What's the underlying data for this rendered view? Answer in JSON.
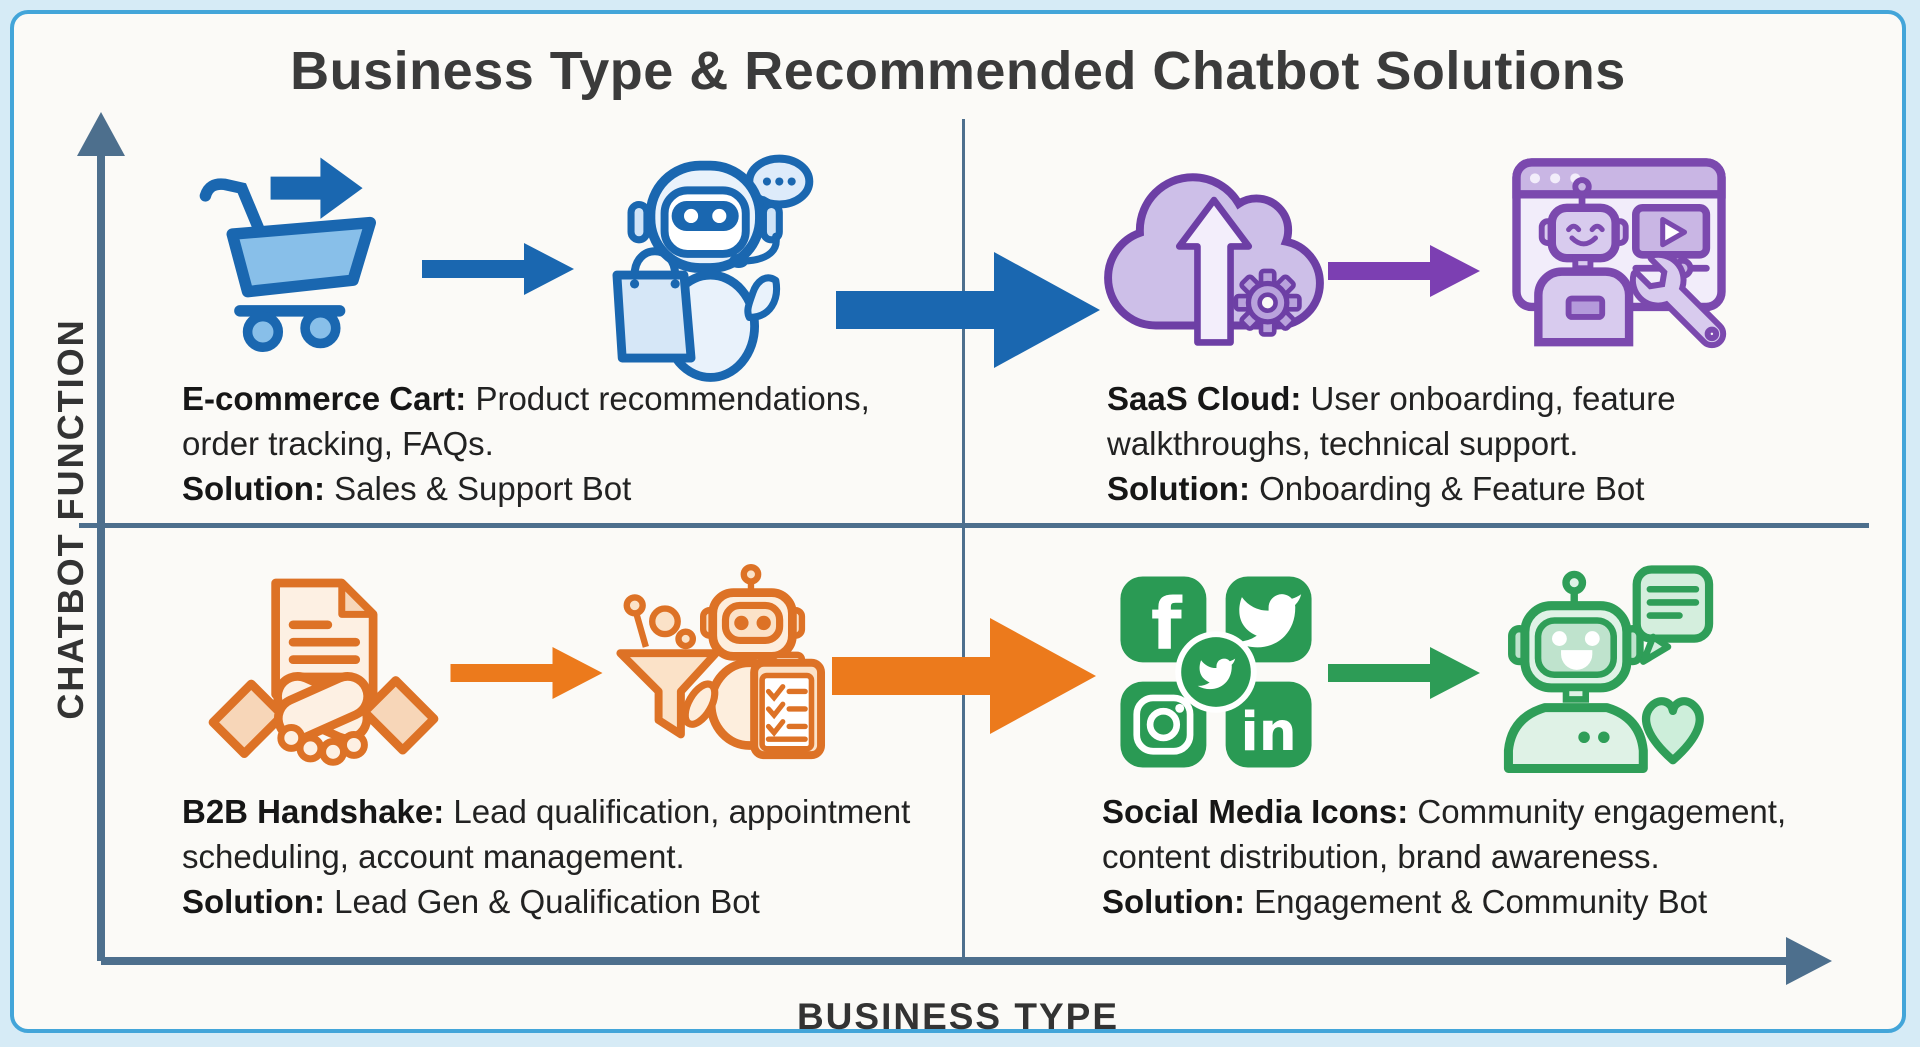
{
  "title": "Business Type & Recommended Chatbot Solutions",
  "axes": {
    "y_label": "CHATBOT FUNCTION",
    "x_label": "BUSINESS TYPE"
  },
  "colors": {
    "frame_border": "#43a5d9",
    "canvas_bg": "#d6ebf6",
    "card_bg": "#fbfaf7",
    "axis": "#4d6f8d",
    "ecommerce_blue": "#1a67b0",
    "saas_purple": "#7c44ad",
    "b2b_orange": "#e2771f",
    "social_green": "#2d9c56"
  },
  "quadrants": {
    "top_left": {
      "heading": "E-commerce Cart:",
      "description": " Product recommendations, order tracking, FAQs.",
      "solution_label": "Solution:",
      "solution_text": " Sales & Support Bot",
      "icons": [
        "shopping-cart-with-transfer-arrow",
        "support-chatbot-with-shopping-bag"
      ]
    },
    "top_right": {
      "heading": "SaaS Cloud:",
      "description": " User onboarding, feature walkthroughs, technical support.",
      "solution_label": "Solution:",
      "solution_text": " Onboarding & Feature Bot",
      "icons": [
        "cloud-upload-with-gear",
        "browser-window-robot-with-wrench"
      ]
    },
    "bottom_left": {
      "heading": "B2B Handshake:",
      "description": " Lead qualification, appointment scheduling, account management.",
      "solution_label": "Solution:",
      "solution_text": " Lead Gen & Qualification Bot",
      "icons": [
        "handshake-with-contract-document",
        "funnel-robot-with-checklist-clipboard"
      ]
    },
    "bottom_right": {
      "heading": "Social Media Icons:",
      "description": " Community engagement, content distribution, brand awareness.",
      "solution_label": "Solution:",
      "solution_text": " Engagement & Community Bot",
      "icons": [
        "social-media-icon-grid",
        "community-robot-with-chat-and-heart"
      ]
    }
  },
  "social_grid_glyphs": {
    "facebook": "f",
    "linkedin": "in"
  }
}
